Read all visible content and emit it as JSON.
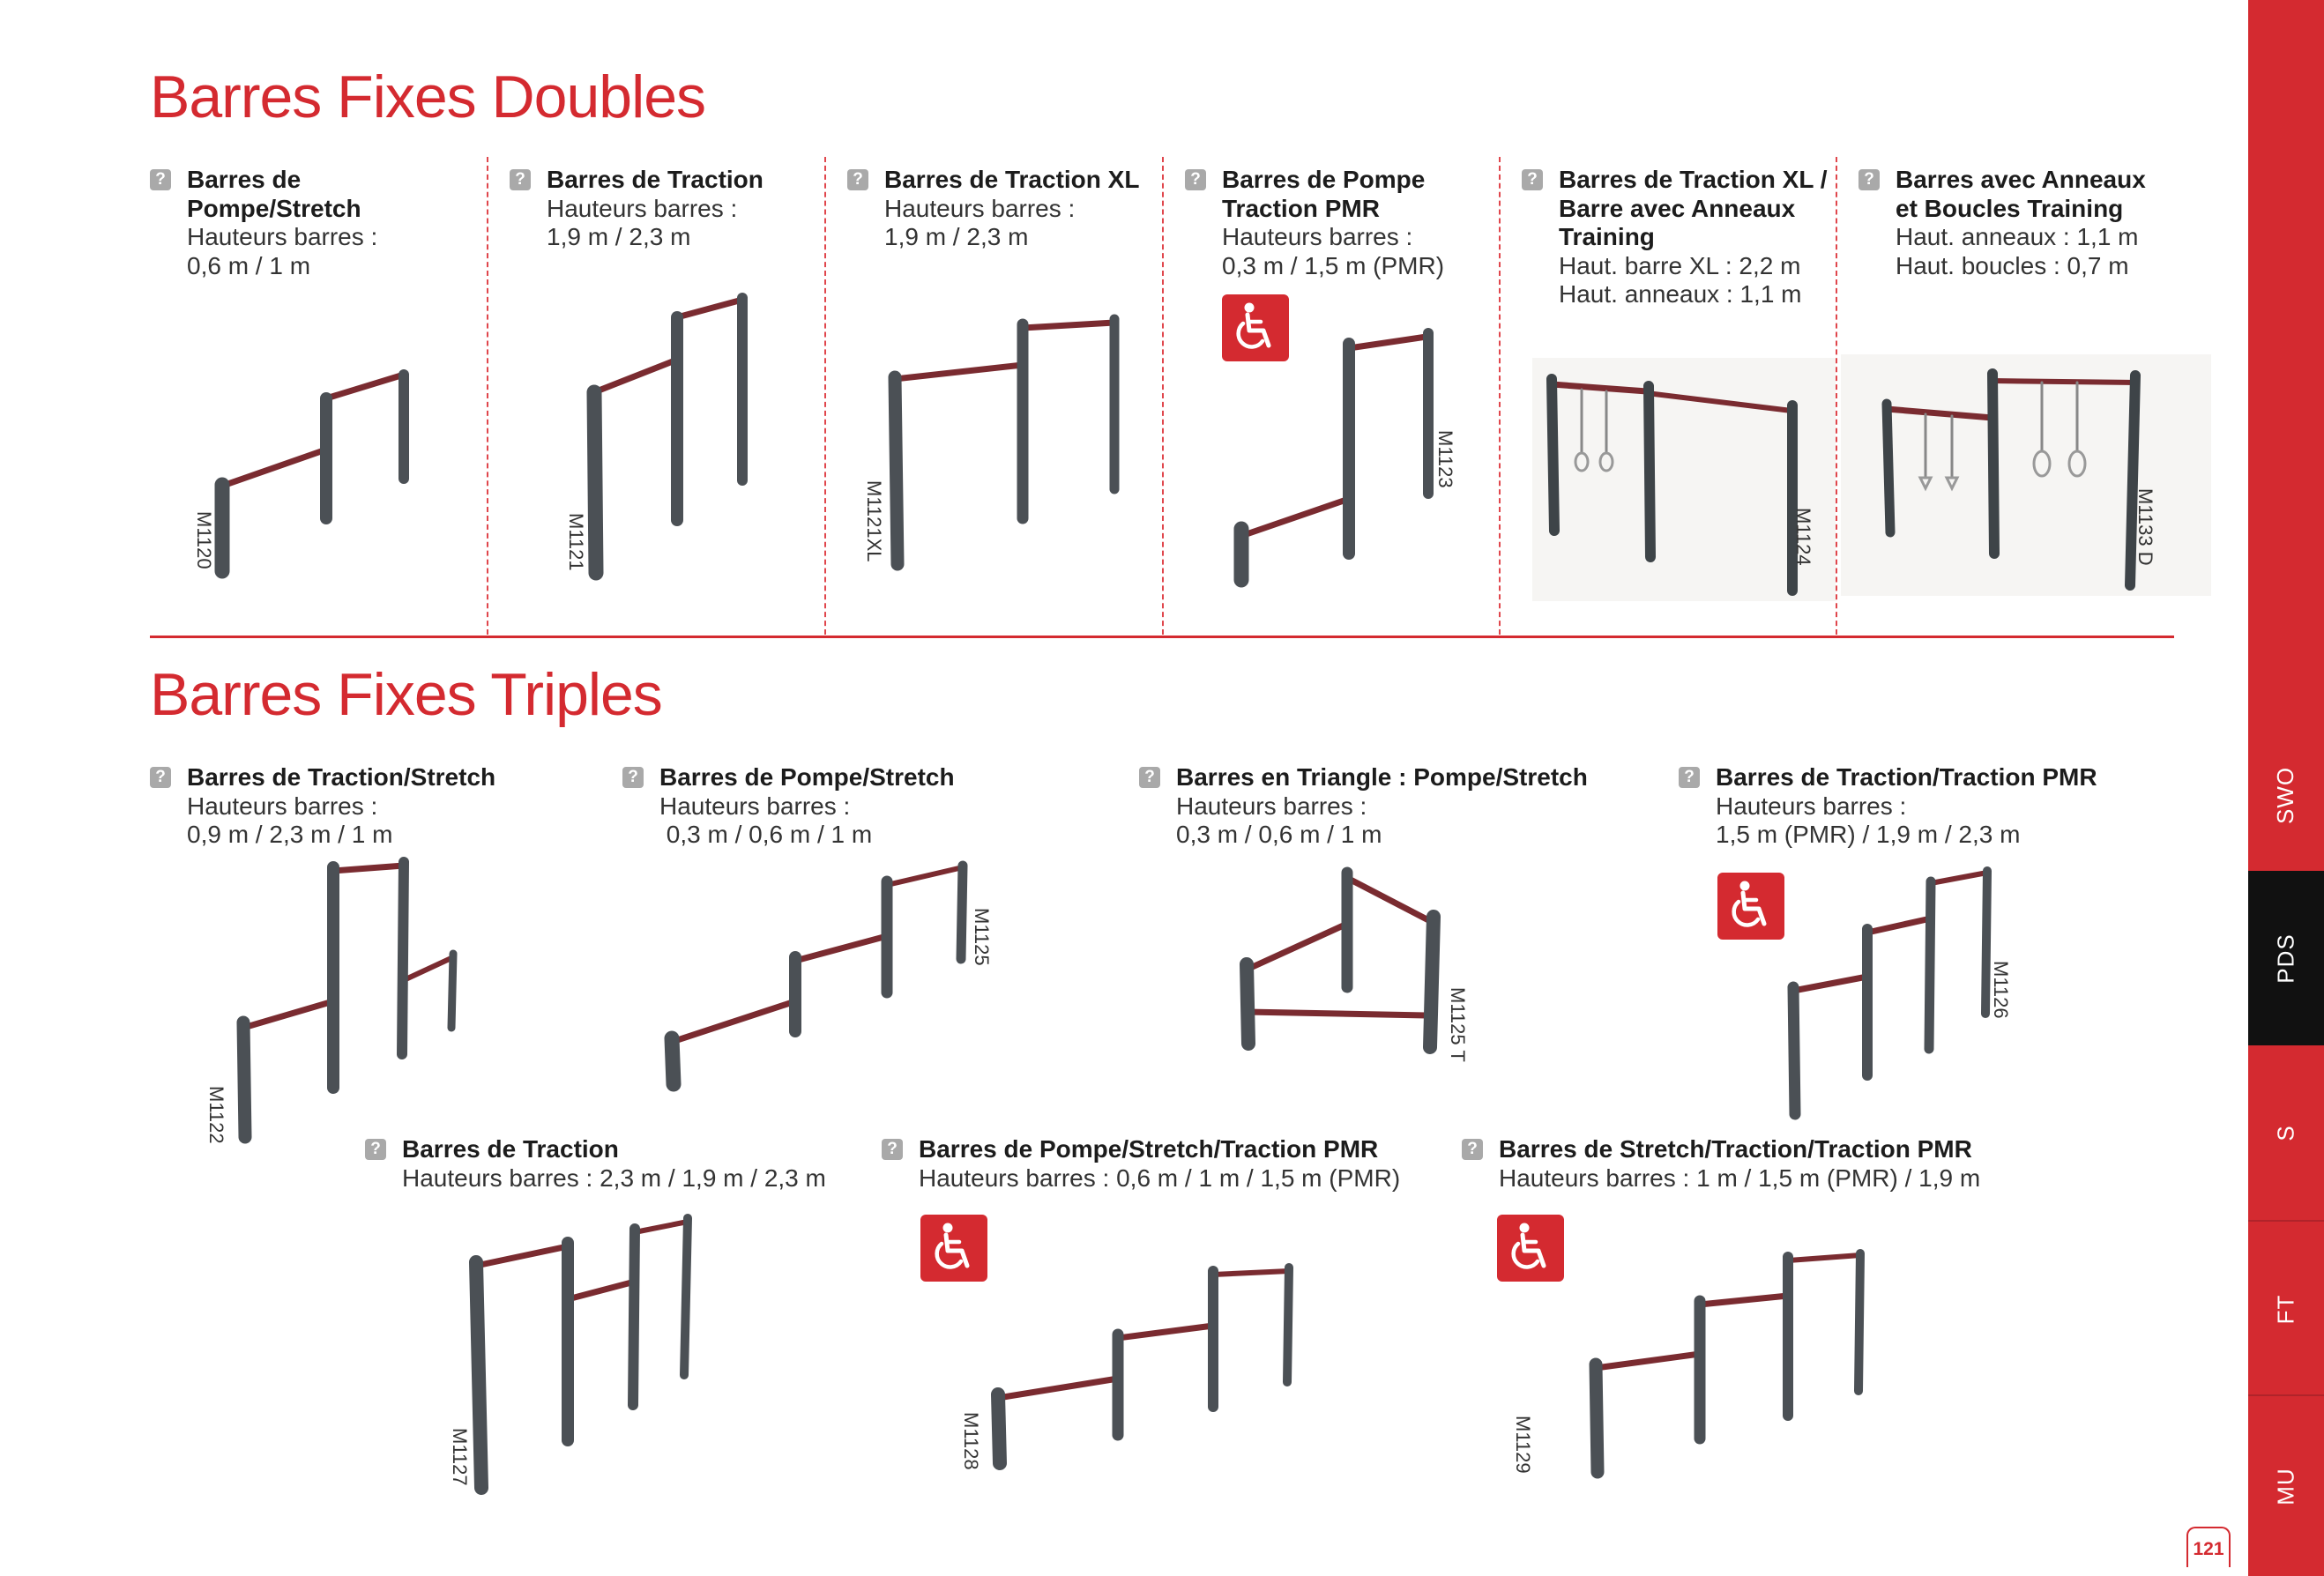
{
  "sections": {
    "doubles_title": "Barres Fixes Doubles",
    "triples_title": "Barres Fixes Triples"
  },
  "doubles": [
    {
      "name": "Barres de Pompe/Stretch",
      "spec1": "Hauteurs barres :",
      "spec2": "0,6 m / 1 m",
      "code": "M1120"
    },
    {
      "name": "Barres de Traction",
      "spec1": "Hauteurs barres :",
      "spec2": "1,9 m / 2,3 m",
      "code": "M1121"
    },
    {
      "name": "Barres de Traction XL",
      "spec1": "Hauteurs barres :",
      "spec2": "1,9 m / 2,3 m",
      "code": "M1121XL"
    },
    {
      "name": "Barres de Pompe Traction PMR",
      "spec1": "Hauteurs barres :",
      "spec2": "0,3 m / 1,5 m (PMR)",
      "code": "M1123"
    },
    {
      "name": "Barres de Traction XL / Barre avec Anneaux Training",
      "spec1": "Haut. barre XL : 2,2 m",
      "spec2": "Haut. anneaux : 1,1 m",
      "code": "M1124"
    },
    {
      "name": "Barres avec Anneaux et Boucles Training",
      "spec1": "Haut. anneaux : 1,1 m",
      "spec2": "Haut. boucles : 0,7 m",
      "code": "M1133 D"
    }
  ],
  "triples": [
    {
      "name": "Barres de Traction/Stretch",
      "spec1": "Hauteurs barres :",
      "spec2": "0,9 m / 2,3 m / 1 m",
      "code": "M1122"
    },
    {
      "name": "Barres de Pompe/Stretch",
      "spec1": "Hauteurs barres :",
      "spec2": " 0,3 m / 0,6 m / 1 m",
      "code": "M1125"
    },
    {
      "name": "Barres en Triangle : Pompe/Stretch",
      "spec1": "Hauteurs barres :",
      "spec2": "0,3 m / 0,6 m / 1 m",
      "code": "M1125 T"
    },
    {
      "name": "Barres de Traction/Traction PMR",
      "spec1": "Hauteurs barres :",
      "spec2": "1,5 m (PMR) / 1,9 m / 2,3 m",
      "code": "M1126"
    },
    {
      "name": "Barres de Traction",
      "spec1": "Hauteurs barres : 2,3 m / 1,9 m / 2,3 m",
      "code": "M1127"
    },
    {
      "name": "Barres de Pompe/Stretch/Traction PMR",
      "spec1": "Hauteurs barres : 0,6 m / 1 m / 1,5 m (PMR)",
      "code": "M1128"
    },
    {
      "name": "Barres de Stretch/Traction/Traction PMR",
      "spec1": "Hauteurs barres : 1 m / 1,5 m (PMR) / 1,9 m",
      "code": "M1129"
    }
  ],
  "help_icon": "?",
  "icons": {
    "help": "question-mark-icon",
    "accessibility": "wheelchair-icon"
  },
  "side_tabs": [
    "SWO",
    "PDS",
    "S",
    "FT",
    "MU"
  ],
  "page_number": "121",
  "colors": {
    "brand_red": "#d42a30",
    "tab_black": "#111111",
    "post": "#4b5055",
    "bar": "#7a2b30"
  }
}
